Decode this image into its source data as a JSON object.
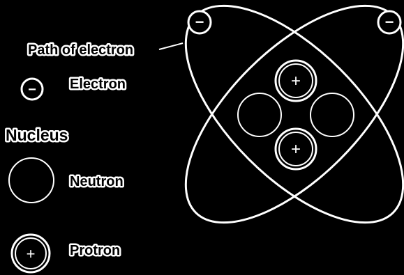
{
  "labels": {
    "path_of_electron": "Path of electron",
    "electron": "Electron",
    "nucleus": "Nucleus",
    "neutron": "Neutron",
    "protron": "Protron"
  },
  "symbols": {
    "electron": "−",
    "proton": "+"
  },
  "colors": {
    "background": "#000000",
    "line": "#ffffff"
  }
}
